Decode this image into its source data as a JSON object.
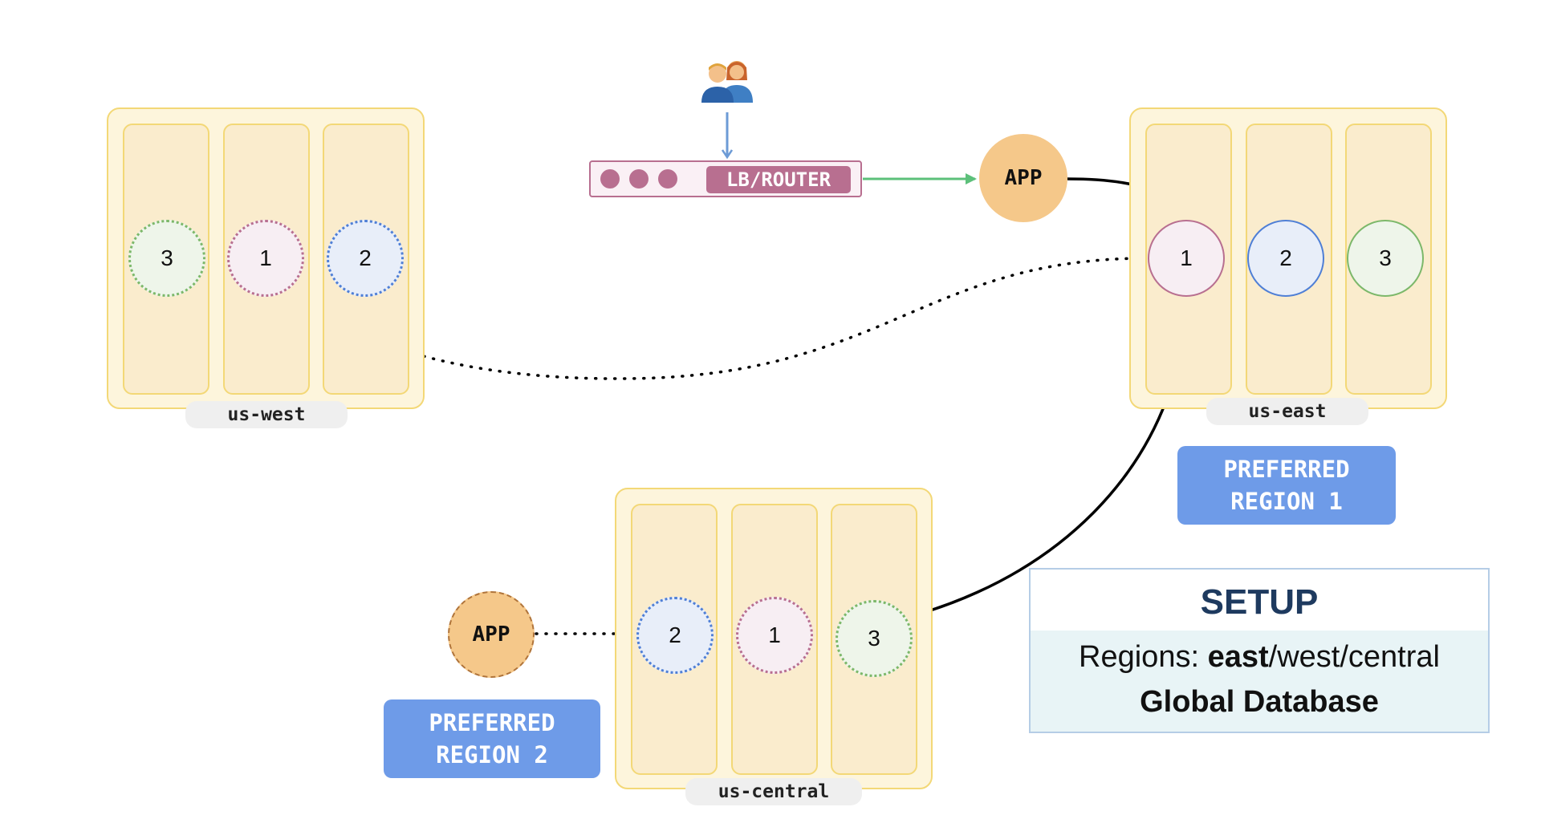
{
  "regions": {
    "west": {
      "tag": "us-west",
      "replicas": [
        "3",
        "1",
        "2"
      ]
    },
    "east": {
      "tag": "us-east",
      "replicas": [
        "1",
        "2",
        "3"
      ]
    },
    "central": {
      "tag": "us-central",
      "replicas": [
        "2",
        "1",
        "3"
      ]
    }
  },
  "router": {
    "label": "LB/ROUTER"
  },
  "apps": {
    "east": "APP",
    "central": "APP"
  },
  "preferred": {
    "region1": {
      "line1": "PREFERRED",
      "line2": "REGION 1"
    },
    "region2": {
      "line1": "PREFERRED",
      "line2": "REGION 2"
    }
  },
  "setup": {
    "title": "SETUP",
    "regions_label": "Regions: ",
    "regions_bold": "east",
    "regions_rest": "/west/central",
    "subtitle": "Global Database"
  },
  "users_icon": "users-icon",
  "colors": {
    "replica1": "#b86f90",
    "replica2": "#4f7fd6",
    "replica3": "#7cb86a",
    "replica1_fill": "#f7eef3",
    "replica2_fill": "#e8eef9",
    "replica3_fill": "#eef5ea",
    "preferred": "#6e9be8",
    "app": "#f5c88a",
    "region_border": "#f3d877"
  }
}
